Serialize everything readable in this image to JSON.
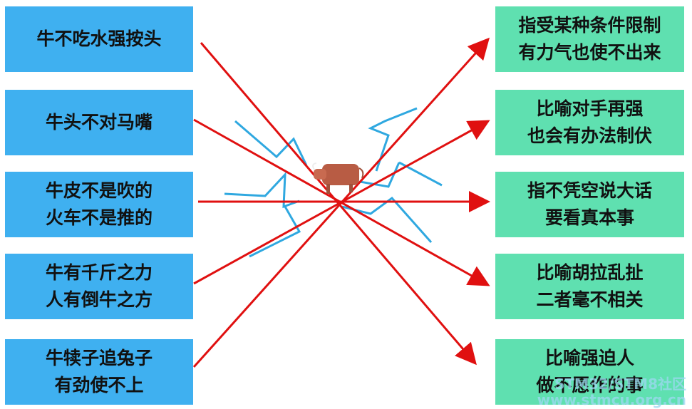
{
  "left_idioms": [
    {
      "line1": "牛不吃水强按头",
      "line2": ""
    },
    {
      "line1": "牛头不对马嘴",
      "line2": ""
    },
    {
      "line1": "牛皮不是吹的",
      "line2": "火车不是推的"
    },
    {
      "line1": "牛有千斤之力",
      "line2": "人有倒牛之方"
    },
    {
      "line1": "牛犊子追兔子",
      "line2": "有劲使不上"
    }
  ],
  "right_meanings": [
    {
      "line1": "指受某种条件限制",
      "line2": "有力气也使不出来"
    },
    {
      "line1": "比喻对手再强",
      "line2": "也会有办法制伏"
    },
    {
      "line1": "指不凭空说大话",
      "line2": "要看真本事"
    },
    {
      "line1": "比喻胡拉乱扯",
      "line2": "二者毫不相关"
    },
    {
      "line1": "比喻强迫人",
      "line2": "做不愿作的事"
    }
  ],
  "connections": [
    {
      "from": 0,
      "to": 4
    },
    {
      "from": 1,
      "to": 3
    },
    {
      "from": 2,
      "to": 2
    },
    {
      "from": 3,
      "to": 1
    },
    {
      "from": 4,
      "to": 0
    }
  ],
  "colors": {
    "left_box": "#3fb0f0",
    "right_box": "#5fe0b0",
    "arrow": "#e01010",
    "scribble": "#2fa8e0",
    "bull": "#b85c44"
  },
  "icons": {
    "center": "bull-icon"
  },
  "watermark": {
    "line1": "STM32/STM8社区",
    "line2": "www.stmcu.org.cn"
  }
}
